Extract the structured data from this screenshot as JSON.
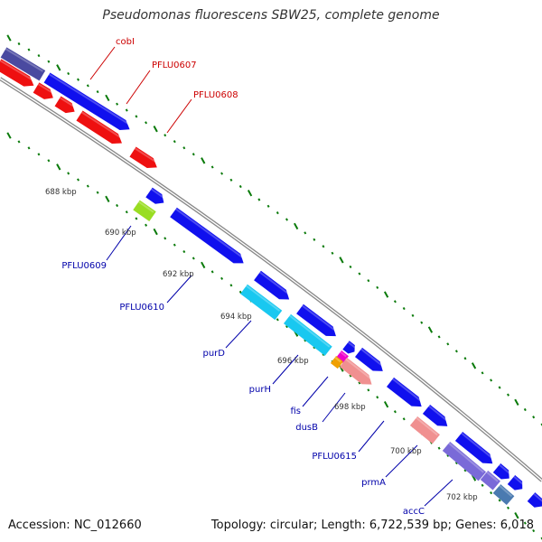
{
  "title": "Pseudomonas fluorescens SBW25, complete genome",
  "footer": {
    "accession": "Accession: NC_012660",
    "summary": "Topology: circular; Length: 6,722,539 bp; Genes: 6,018"
  },
  "ticks": [
    "688 kbp",
    "690 kbp",
    "692 kbp",
    "694 kbp",
    "696 kbp",
    "698 kbp",
    "700 kbp",
    "702 kbp"
  ],
  "gene_labels": {
    "forward": [
      "cobI",
      "PFLU0607",
      "PFLU0608"
    ],
    "reverse": [
      "PFLU0609",
      "PFLU0610",
      "purD",
      "purH",
      "fis",
      "dusB",
      "PFLU0615",
      "prmA",
      "accC"
    ]
  },
  "colors": {
    "forward_label": "#cc0000",
    "reverse_label": "#0000aa",
    "backbone": "#888888",
    "tick_mark": "#0a7a0a",
    "gene_blue": "#1010ee",
    "gene_red": "#ee1010",
    "gene_navy": "#4a4aa0",
    "gene_green": "#99dd22",
    "gene_cyan": "#19c8f0",
    "gene_pink": "#f09090",
    "gene_orange": "#f0a000",
    "gene_magenta": "#ee00cc",
    "gene_purple": "#7a6ad8",
    "gene_steel": "#4a7ab0"
  }
}
